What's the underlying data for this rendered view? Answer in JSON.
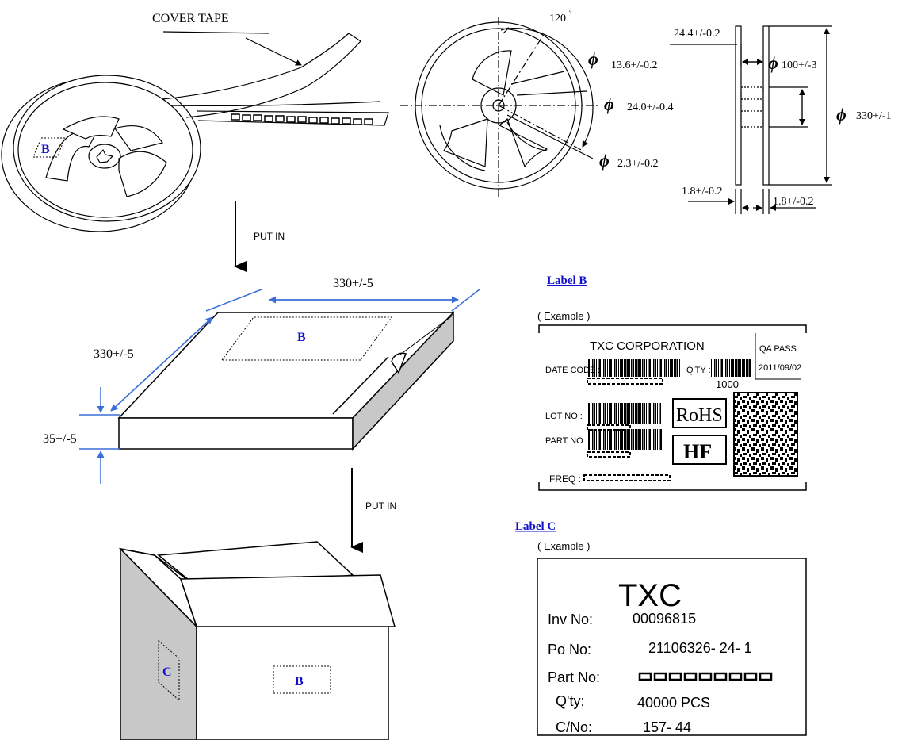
{
  "reel": {
    "cover_tape": "COVER TAPE",
    "label_mark": "B",
    "angle": "120",
    "degree_symbol": "°",
    "diameter_symbol": "ϕ",
    "hub_dia": "13.6+/-0.2",
    "center_dia": "24.0+/-0.4",
    "drive_dia": "2.3+/-0.2",
    "width": "24.4+/-0.2",
    "hub_outer_dia": "100+/-3",
    "reel_dia": "330+/-1",
    "flange_left": "1.8+/-0.2",
    "flange_right": "1.8+/-0.2"
  },
  "steps": {
    "put_in_1": "PUT IN",
    "put_in_2": "PUT IN"
  },
  "inner_box": {
    "length": "330+/-5",
    "width": "330+/-5",
    "height": "35+/-5",
    "label_mark": "B"
  },
  "outer_box": {
    "label_c_mark": "C",
    "label_b_mark": "B"
  },
  "label_b": {
    "heading": "Label B",
    "example": "( Example )",
    "company": "TXC CORPORATION",
    "date_code": "DATE CODE :",
    "qty": "Q'TY :",
    "qty_value": "1000",
    "qa_pass": "QA PASS",
    "qa_date": "2011/09/02",
    "lot_no": "LOT NO :",
    "part_no": "PART NO :",
    "freq": "FREQ :",
    "rohs": "RoHS",
    "hf": "HF"
  },
  "label_c": {
    "heading": "Label C",
    "example": "( Example )",
    "brand": "TXC",
    "inv_label": "Inv No:",
    "inv_value": "00096815",
    "po_label": "Po No:",
    "po_value": "21106326- 24- 1",
    "part_label": "Part No:",
    "qty_label": "Q'ty:",
    "qty_value": "40000 PCS",
    "cno_label": "C/No:",
    "cno_value": "157- 44"
  },
  "colors": {
    "dimension_blue": "#3b6fd8",
    "label_blue": "#1010cc",
    "box_shade": "#c8c8c8"
  }
}
